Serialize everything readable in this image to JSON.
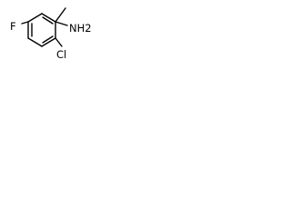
{
  "molecule": {
    "atoms": {
      "amine": "NH2",
      "fluoro": "F",
      "chloro": "Cl"
    }
  },
  "colors": {
    "background": "#ffffff",
    "bond": "#000000",
    "label": "#000000"
  }
}
